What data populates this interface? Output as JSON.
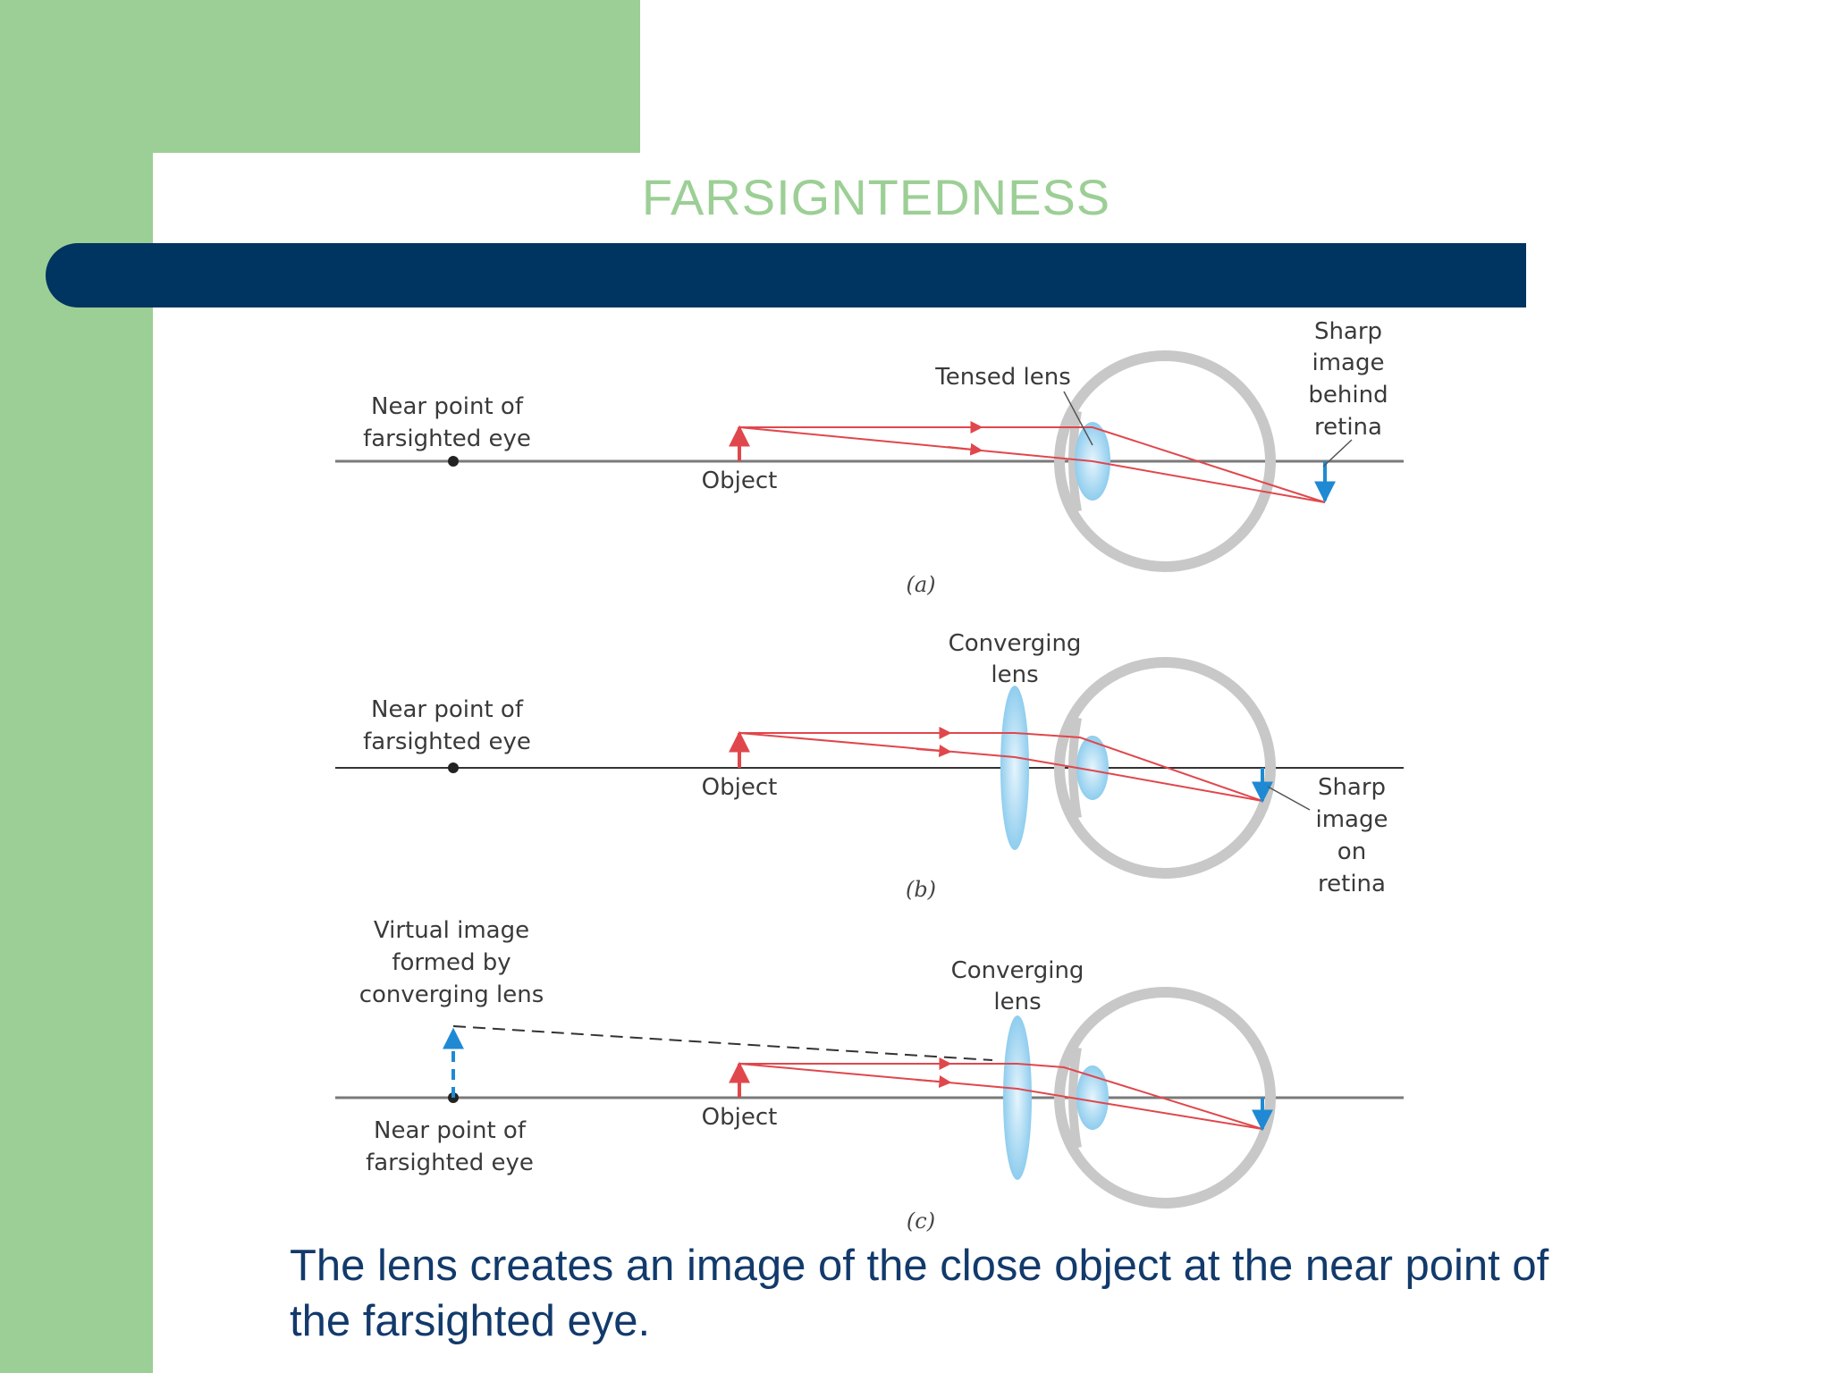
{
  "slide": {
    "title": "FARSIGNTEDNESS",
    "caption": "The lens creates an image of the close object at the near point of the farsighted eye."
  },
  "diagram": {
    "panel_a": {
      "near_point_line1": "Near point of",
      "near_point_line2": "farsighted eye",
      "object": "Object",
      "tensed_lens": "Tensed lens",
      "sharp_1": "Sharp",
      "sharp_2": "image",
      "sharp_3": "behind",
      "sharp_4": "retina",
      "sublabel": "(a)"
    },
    "panel_b": {
      "near_point_line1": "Near point of",
      "near_point_line2": "farsighted eye",
      "object": "Object",
      "converging_1": "Converging",
      "converging_2": "lens",
      "sharp_1": "Sharp",
      "sharp_2": "image",
      "sharp_3": "on",
      "sharp_4": "retina",
      "sublabel": "(b)"
    },
    "panel_c": {
      "virtual_1": "Virtual image",
      "virtual_2": "formed by",
      "virtual_3": "converging lens",
      "near_point_line1": "Near point of",
      "near_point_line2": "farsighted eye",
      "object": "Object",
      "converging_1": "Converging",
      "converging_2": "lens",
      "sublabel": "(c)"
    },
    "colors": {
      "ray": "#e0474c",
      "image_arrow": "#1f8ad3",
      "eye": "#c8c8c8",
      "lens": "#a9d8f2"
    }
  }
}
